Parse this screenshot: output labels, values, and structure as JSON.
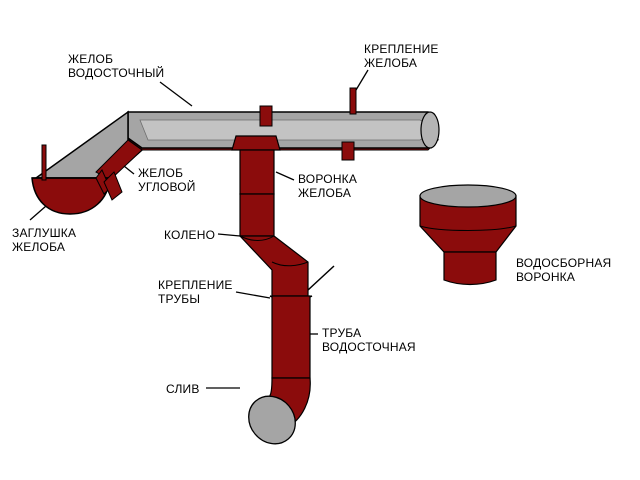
{
  "colors": {
    "pipe": "#8b0c0c",
    "pipe_dark": "#5c0606",
    "gutter": "#a5a5a5",
    "gutter_inner": "#c3c3c3",
    "background": "#ffffff",
    "leader": "#000000"
  },
  "labels": {
    "gutter": [
      "ЖЕЛОБ",
      "ВОДОСТОЧНЫЙ"
    ],
    "gutter_bracket": [
      "КРЕПЛЕНИЕ",
      "ЖЕЛОБА"
    ],
    "corner_gutter": [
      "ЖЕЛОБ",
      "УГЛОВОЙ"
    ],
    "gutter_funnel": [
      "ВОРОНКА",
      "ЖЕЛОБА"
    ],
    "end_cap": [
      "ЗАГЛУШКА",
      "ЖЕЛОБА"
    ],
    "elbow": [
      "КОЛЕНО"
    ],
    "pipe_bracket": [
      "КРЕПЛЕНИЕ",
      "ТРУБЫ"
    ],
    "downpipe": [
      "ТРУБА",
      "ВОДОСТОЧНАЯ"
    ],
    "collector_funnel": [
      "ВОДОСБОРНАЯ",
      "ВОРОНКА"
    ],
    "outlet": [
      "СЛИВ"
    ]
  }
}
